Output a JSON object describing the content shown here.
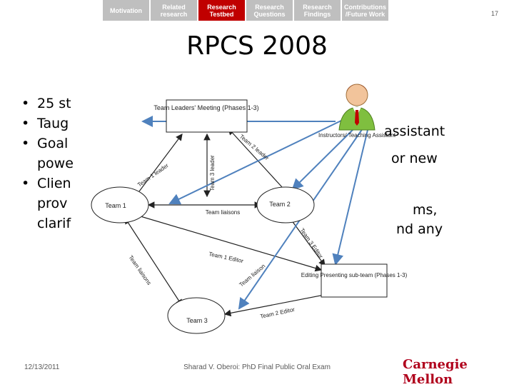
{
  "nav": [
    {
      "label": "Motivation",
      "active": false
    },
    {
      "label": "Related research",
      "active": false
    },
    {
      "label": "Research Testbed",
      "active": true
    },
    {
      "label": "Research Questions",
      "active": false
    },
    {
      "label": "Research Findings",
      "active": false
    },
    {
      "label": "Contributions /Future Work",
      "active": false
    }
  ],
  "slide_number": "17",
  "title": "RPCS 2008",
  "bullets": [
    {
      "text": "25 st"
    },
    {
      "text": "Taug"
    },
    {
      "text": "Goal"
    },
    {
      "text": "Clien"
    }
  ],
  "bullet_right_fragments": [
    "assistant",
    "or new",
    "ms,",
    "nd any"
  ],
  "bullet_wrap_fragments": [
    "powe",
    "prov",
    "clarif"
  ],
  "diagram": {
    "leaders_meeting": "Team Leaders' Meeting (Phases 1-3)",
    "instructors": "Instructors/ Teaching Assistant",
    "team1": "Team 1",
    "team2": "Team 2",
    "team3": "Team 3",
    "liaisons": "Team liaisons",
    "editing": "Editing Presenting sub-team (Phases 1-3)",
    "edge_team1_leader": "Team 1 leader",
    "edge_team2_leader": "Team 2 leader",
    "edge_team3_leader": "Team 3 leader",
    "edge_team1_editor": "Team 1 Editor",
    "edge_team2_editor": "Team 2 Editor",
    "edge_team3_editor": "Team 3 Editor",
    "edge_team_liaisons_left": "Team liaisons",
    "edge_team_liaison_right": "Team liaison"
  },
  "footer": {
    "date": "12/13/2011",
    "center": "Sharad V. Oberoi: PhD Final Public Oral Exam",
    "logo": "Carnegie Mellon"
  },
  "colors": {
    "active_tab": "#c00000",
    "inactive_tab": "#bfbfbf",
    "arrow_blue": "#4f81bd",
    "logo": "#b0001c"
  }
}
